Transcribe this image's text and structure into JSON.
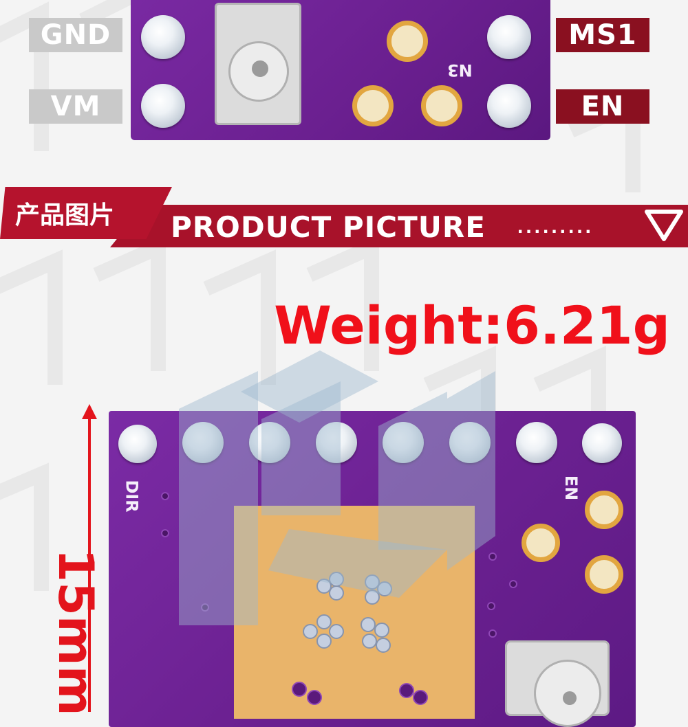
{
  "pin_labels": {
    "gnd": "GND",
    "vm": "VM",
    "ms1": "MS1",
    "en": "EN"
  },
  "board_top": {
    "silkscreen": "N3"
  },
  "banner": {
    "title_cn": "产品图片",
    "title_en": "PRODUCT PICTURE",
    "dots": "........."
  },
  "weight": "Weight:6.21g",
  "dimension": "15mm",
  "board_big": {
    "silk_dir": "DIR",
    "silk_en": "EN"
  },
  "colors": {
    "banner_red": "#a8122a",
    "accent_red": "#f0101a",
    "board_purple": "#6c2192",
    "pad_gold": "#e2a640"
  }
}
